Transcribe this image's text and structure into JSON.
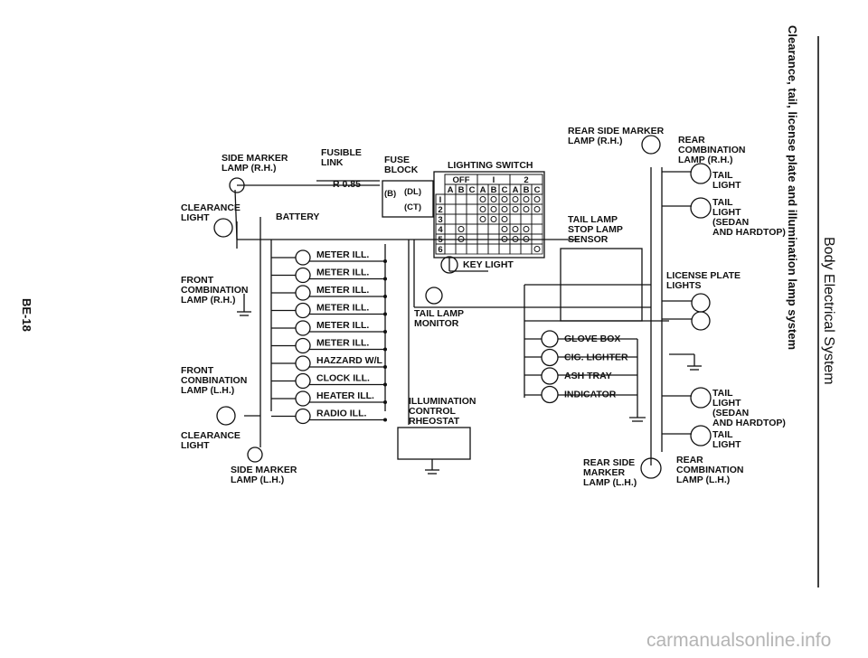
{
  "page_number": "BE-18",
  "header": {
    "section": "Body Electrical System",
    "subtitle": "Clearance, tail, license plate and illumination lamp system"
  },
  "watermark": "carmanualsonline.info",
  "labels": {
    "side_marker_rh": [
      "SIDE MARKER",
      "LAMP (R.H.)"
    ],
    "fusible_link": [
      "FUSIBLE",
      "LINK"
    ],
    "fuse_block": [
      "FUSE",
      "BLOCK"
    ],
    "r085": "R 0.85",
    "battery": "BATTERY",
    "clearance_rh": [
      "CLEARANCE",
      "LIGHT"
    ],
    "front_comb_rh": [
      "FRONT",
      "COMBINATION",
      "LAMP (R.H.)"
    ],
    "front_comb_lh": [
      "FRONT",
      "CONBINATION",
      "LAMP (L.H.)"
    ],
    "clearance_lh": [
      "CLEARANCE",
      "LIGHT"
    ],
    "side_marker_lh": [
      "SIDE MARKER",
      "LAMP (L.H.)"
    ],
    "lighting_switch": "LIGHTING SWITCH",
    "key_light": "KEY LIGHT",
    "tail_lamp_monitor": [
      "TAIL LAMP",
      "MONITOR"
    ],
    "illum_control": [
      "ILLUMINATION",
      "CONTROL",
      "RHEOSTAT"
    ],
    "rear_side_marker_rh": [
      "REAR SIDE MARKER",
      "LAMP (R.H.)"
    ],
    "rear_comb_rh": [
      "REAR",
      "COMBINATION",
      "LAMP (R.H.)"
    ],
    "tail_light_1": [
      "TAIL",
      "LIGHT"
    ],
    "tail_light_sedan_1": [
      "TAIL",
      "LIGHT",
      "(SEDAN",
      "AND HARDTOP)"
    ],
    "tail_sensor": [
      "TAIL LAMP",
      "STOP LAMP",
      "SENSOR"
    ],
    "license_plate": [
      "LICENSE PLATE",
      "LIGHTS"
    ],
    "tail_light_sedan_2": [
      "TAIL",
      "LIGHT",
      "(SEDAN",
      "AND HARDTOP)"
    ],
    "tail_light_2": [
      "TAIL",
      "LIGHT"
    ],
    "rear_side_marker_lh": [
      "REAR SIDE",
      "MARKER",
      "LAMP (L.H.)"
    ],
    "rear_comb_lh": [
      "REAR",
      "COMBINATION",
      "LAMP (L.H.)"
    ]
  },
  "switch_table": {
    "dl": "(DL)",
    "ct": "(CT)",
    "b": "(B)",
    "header_positions": [
      "OFF",
      "I",
      "2"
    ],
    "header_columns": [
      "A",
      "B",
      "C",
      "A",
      "B",
      "C",
      "A",
      "B",
      "C"
    ],
    "row_labels": [
      "I",
      "2",
      "3",
      "4",
      "5",
      "6"
    ]
  },
  "illumination_lamps": [
    "METER ILL.",
    "METER ILL.",
    "METER ILL.",
    "METER ILL.",
    "METER ILL.",
    "METER ILL.",
    "HAZZARD W/L",
    "CLOCK ILL.",
    "HEATER ILL.",
    "RADIO ILL."
  ],
  "console_lamps": [
    "GLOVE BOX",
    "CIG. LIGHTER",
    "ASH TRAY",
    "INDICATOR"
  ]
}
